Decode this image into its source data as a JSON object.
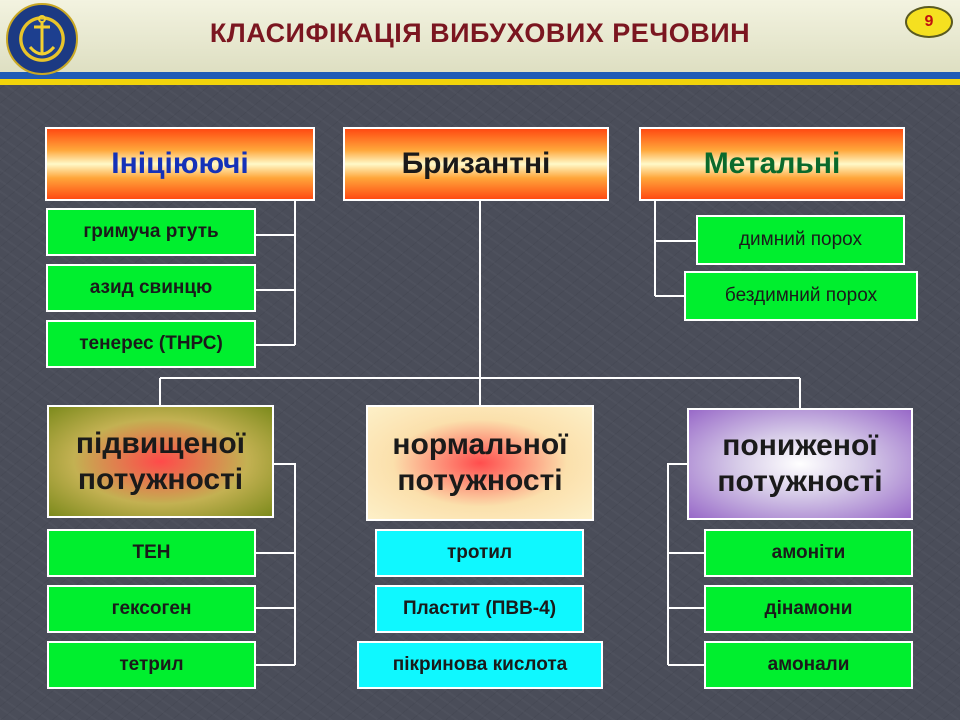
{
  "header": {
    "title": "КЛАСИФІКАЦІЯ ВИБУХОВИХ РЕЧОВИН",
    "page_number": "9"
  },
  "categories": {
    "initiating": {
      "label": "Ініціюючі",
      "color": "#1432b8",
      "items": [
        "гримуча ртуть",
        "азид свинцю",
        "тенерес (ТНРС)"
      ]
    },
    "brisant": {
      "label": "Бризантні",
      "color": "#1a1a1a"
    },
    "propellant": {
      "label": "Метальні",
      "color": "#0a6a2c",
      "items": [
        "димний порох",
        "бездимний порох"
      ]
    }
  },
  "power_groups": [
    {
      "label": "підвищеної потужності",
      "items": [
        "ТЕН",
        "гексоген",
        "тетрил"
      ]
    },
    {
      "label": "нормальної потужності",
      "items": [
        "тротил",
        "Пластит (ПВВ-4)",
        "пікринова кислота"
      ]
    },
    {
      "label": "пониженої потужності",
      "items": [
        "амоніти",
        "дінамони",
        "амонали"
      ]
    }
  ]
}
